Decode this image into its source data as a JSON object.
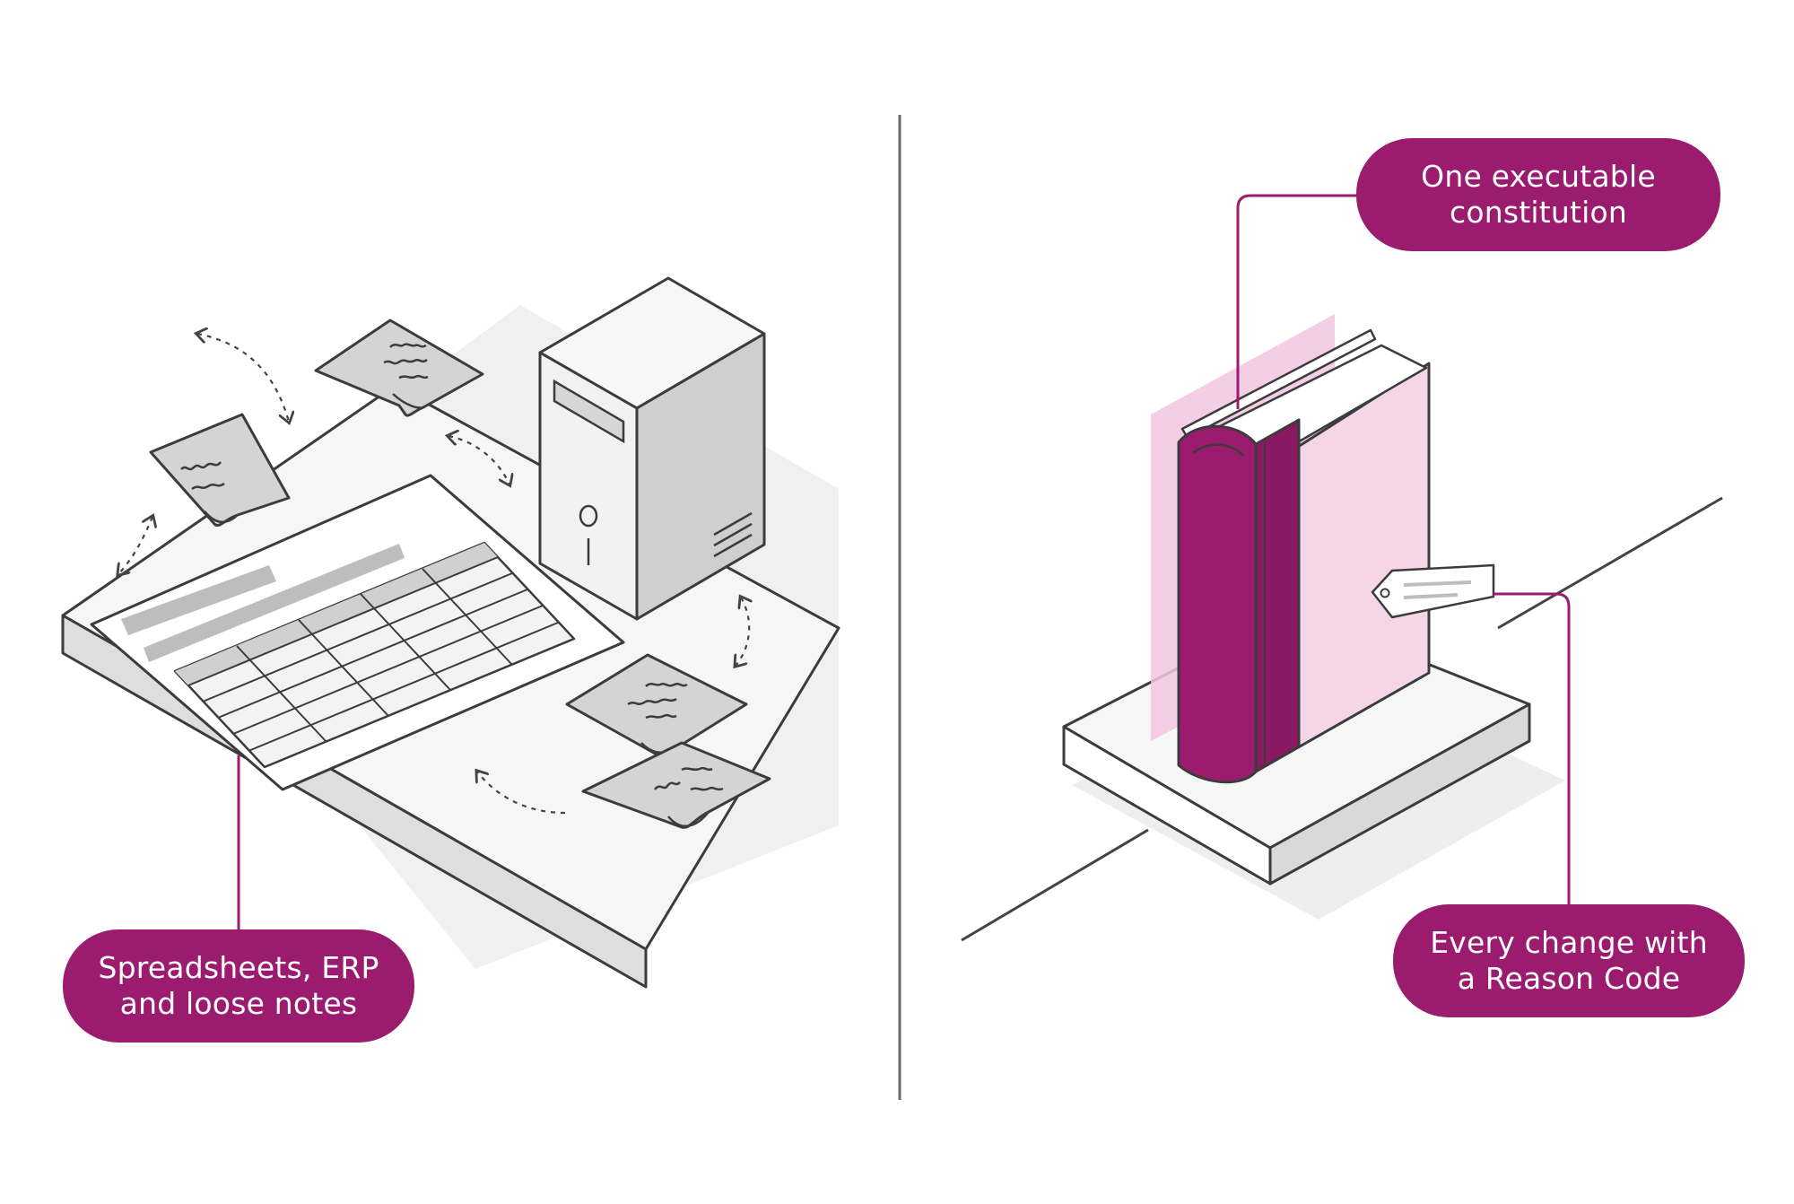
{
  "labels": {
    "left": {
      "line1": "Spreadsheets, ERP",
      "line2": "and loose notes"
    },
    "top": {
      "line1": "One executable",
      "line2": "constitution"
    },
    "right": {
      "line1": "Every change with",
      "line2": "a Reason Code"
    }
  },
  "colors": {
    "accent": "#9b1b6e",
    "accent_light": "#f1c6e0",
    "line": "#4a4a4a",
    "surface": "#f4f4f4",
    "shade": "#d9d9d9"
  },
  "icons": [
    "spreadsheet-icon",
    "server-tower-icon",
    "sticky-note-icon",
    "book-icon",
    "tag-icon",
    "sync-arrow-icon"
  ]
}
